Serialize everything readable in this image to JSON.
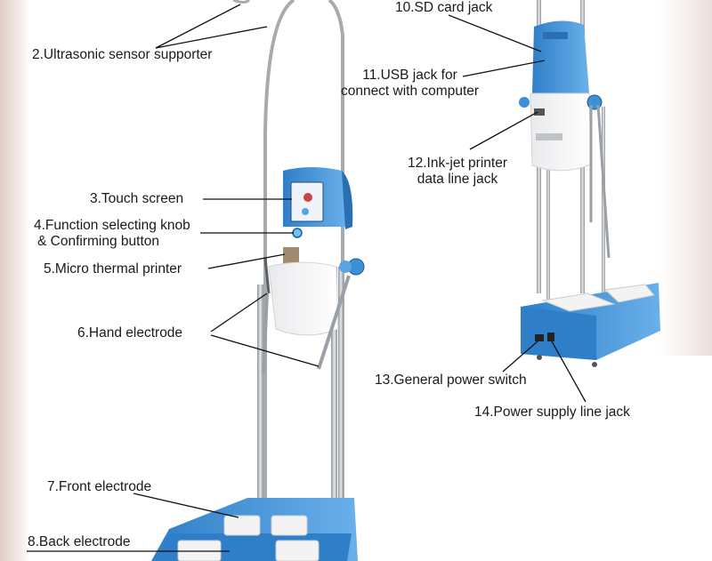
{
  "labels": {
    "ultrasonic_supporter": "2.Ultrasonic sensor supporter",
    "touch_screen": "3.Touch screen",
    "function_knob_line1": "4.Function selecting knob",
    "function_knob_line2": "& Confirming button",
    "thermal_printer": "5.Micro thermal printer",
    "hand_electrode": "6.Hand electrode",
    "front_electrode": "7.Front electrode",
    "back_electrode": "8.Back electrode",
    "sd_card": "10.SD card jack",
    "usb_line1": "11.USB jack for",
    "usb_line2": "connect with computer",
    "inkjet_line1": "12.Ink-jet printer",
    "inkjet_line2": "data line jack",
    "power_switch": "13.General power switch",
    "power_jack": "14.Power supply line jack"
  },
  "colors": {
    "device_blue": "#3d8fd6",
    "device_white": "#f2f2f2",
    "pole_gray": "#a9adb2",
    "text": "#1a1a1a"
  }
}
